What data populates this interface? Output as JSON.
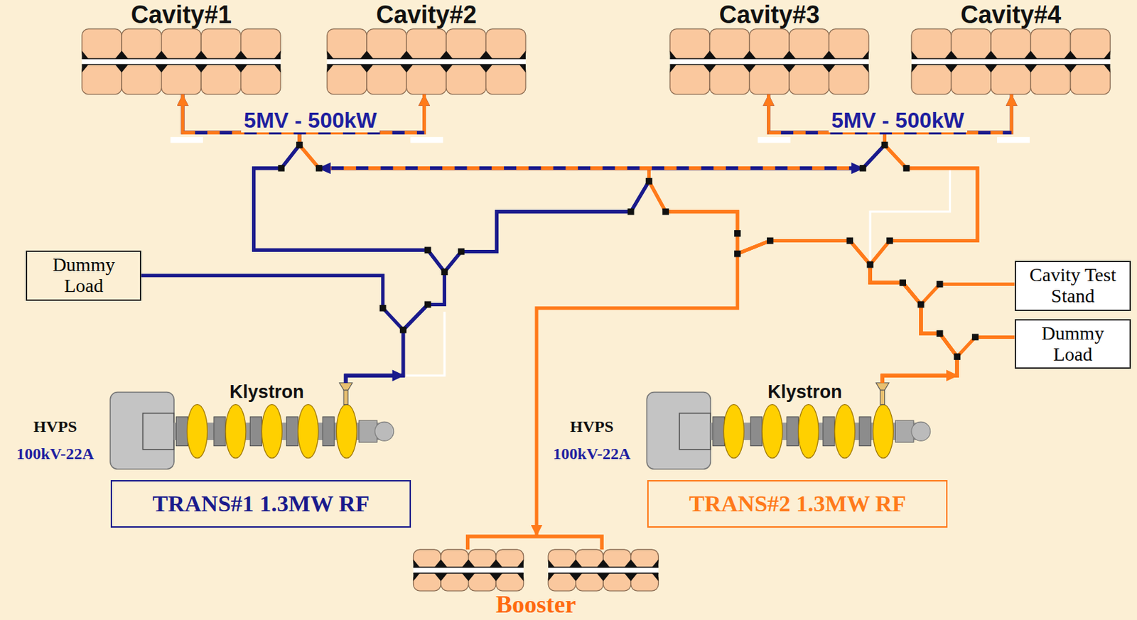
{
  "diagram": {
    "nodes": [
      {
        "text": [
          "Cavity#1"
        ]
      },
      {
        "text": [
          "Cavity#2"
        ]
      },
      {
        "text": [
          "Cavity#3"
        ]
      },
      {
        "text": [
          "Cavity#4"
        ]
      },
      {
        "text": [
          "Dummy Load"
        ]
      },
      {
        "text": [
          "Cavity Test Stand"
        ]
      },
      {
        "text": [
          "Dummy Load"
        ]
      },
      {
        "text": [
          "Klystron"
        ]
      },
      {
        "text": [
          "HVPS",
          "100kV-22A"
        ]
      },
      {
        "text": [
          "TRANS#1 1.3MW RF"
        ]
      },
      {
        "text": [
          "Klystron"
        ]
      },
      {
        "text": [
          "HVPS",
          "100kV-22A"
        ]
      },
      {
        "text": [
          "TRANS#2 1.3MW RF"
        ]
      },
      {
        "text": [
          "Booster"
        ]
      }
    ],
    "edges": [
      {
        "from": 7,
        "to": 4,
        "arrow": "none"
      },
      {
        "from": 7,
        "to": 0,
        "arrow": "to"
      },
      {
        "from": 7,
        "to": 1,
        "arrow": "to"
      },
      {
        "from": 7,
        "to": 2,
        "arrow": "to"
      },
      {
        "from": 7,
        "to": 3,
        "arrow": "to"
      },
      {
        "from": 10,
        "to": 5,
        "arrow": "none"
      },
      {
        "from": 10,
        "to": 6,
        "arrow": "none"
      },
      {
        "from": 10,
        "to": 13,
        "arrow": "to"
      },
      {
        "from": 10,
        "to": 2,
        "arrow": "to"
      },
      {
        "from": 10,
        "to": 3,
        "arrow": "to"
      },
      {
        "from": 10,
        "to": 0,
        "arrow": "to"
      },
      {
        "from": 10,
        "to": 1,
        "arrow": "to"
      }
    ],
    "labels": [
      "5MV - 500kW",
      "5MV - 500kW"
    ]
  }
}
